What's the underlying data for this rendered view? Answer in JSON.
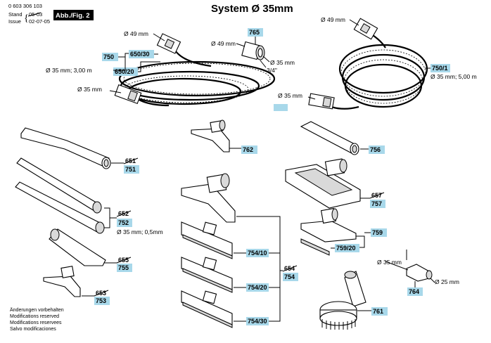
{
  "header": {
    "doc_number": "0 603 306 103",
    "stand_label": "Stand",
    "issue_label": "Issue",
    "stand_date": "05-03",
    "issue_date": "02-07-05",
    "figure_badge": "Abb./Fig. 2",
    "title": "System Ø 35mm"
  },
  "dimensions": {
    "d49_left": "Ø 49 mm",
    "d35_300": "Ø 35 mm; 3,00 m",
    "d35_left": "Ø 35 mm",
    "d49_adapter": "Ø 49 mm",
    "d35_adapter": "Ø 35 mm",
    "thread": "3/4\"",
    "d49_right": "Ø 49 mm",
    "d35_500": "Ø 35 mm; 5,00 m",
    "d35_right": "Ø 35 mm",
    "d35_tube": "Ø 35 mm; 0,5mm",
    "d35_small": "Ø 35 mm",
    "d25_small": "Ø 25 mm"
  },
  "parts": {
    "p750": "750",
    "p650_30": "650/30",
    "p650_20": "650/20",
    "p765": "765",
    "p750_1": "750/1",
    "p762": "762",
    "p756": "756",
    "p751_old": "651",
    "p751": "751",
    "p752_old": "652",
    "p752": "752",
    "p757_old": "657",
    "p757": "757",
    "p759": "759",
    "p759_20": "759/20",
    "p755_old": "655",
    "p755": "755",
    "p754_10": "754/10",
    "p754_20": "754/20",
    "p754_30": "754/30",
    "p754_old": "654",
    "p754": "754",
    "p753_old": "653",
    "p753": "753",
    "p764": "764",
    "p761": "761"
  },
  "footer_notes": [
    "Änderungen vorbehalten",
    "Modifications reserved",
    "Modifications reservees",
    "Salvo modificaciones"
  ]
}
